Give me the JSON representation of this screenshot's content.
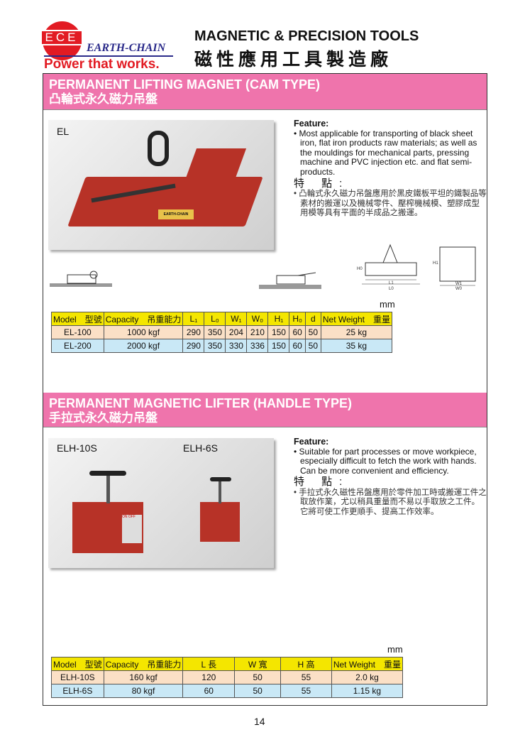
{
  "header": {
    "logo_text": "ECE",
    "brand": "EARTH-CHAIN",
    "tagline": "Power that works.",
    "title_en": "MAGNETIC & PRECISION TOOLS",
    "title_zh": "磁性應用工具製造廠"
  },
  "section1": {
    "title_en": "PERMANENT LIFTING MAGNET (CAM TYPE)",
    "title_zh": "凸輪式永久磁力吊盤",
    "photo_label": "EL",
    "plate_text": "EARTH-CHAIN",
    "feature_label": "Feature:",
    "feature_en": "• Most applicable for transporting of black sheet iron, flat iron products raw materials; as well as the mouldings for mechanical parts, pressing machine and PVC injection etc. and flat semi-products.",
    "feature_zh_label": "特 點:",
    "feature_zh": "• 凸輪式永久磁力吊盤應用於黑皮鐵板平坦的鐵製品等素材的搬運以及機械零件、壓榨機械模、塑膠成型用模等具有平面的半成品之搬運。",
    "diagram_labels": [
      "H0",
      "L1",
      "L0",
      "H1",
      "W1",
      "W0"
    ],
    "unit": "mm",
    "table": {
      "headers": [
        "Model　型號",
        "Capacity　吊重能力",
        "L₁",
        "L₀",
        "W₁",
        "W₀",
        "H₁",
        "H₀",
        "d",
        "Net Weight　重量"
      ],
      "rows": [
        [
          "EL-100",
          "1000 kgf",
          "290",
          "350",
          "204",
          "210",
          "150",
          "60",
          "50",
          "25 kg"
        ],
        [
          "EL-200",
          "2000 kgf",
          "290",
          "350",
          "330",
          "336",
          "150",
          "60",
          "50",
          "35 kg"
        ]
      ]
    }
  },
  "section2": {
    "title_en": "PERMANENT MAGNETIC LIFTER (HANDLE TYPE)",
    "title_zh": "手拉式永久磁力吊盤",
    "photo_labels": [
      "ELH-10S",
      "ELH-6S"
    ],
    "switch_text": "ON OFF",
    "feature_label": "Feature:",
    "feature_en": "• Suitable for part processes or move workpiece, especially difficult to fetch the work with hands. Can be more convenient and efficiency.",
    "feature_zh_label": "特 點:",
    "feature_zh": "• 手拉式永久磁性吊盤應用於零件加工時或搬運工件之取放作業，尤以稍具重量而不易以手取放之工件。它將可使工作更順手、提高工作效率。",
    "unit": "mm",
    "table": {
      "headers": [
        "Model　型號",
        "Capacity　吊重能力",
        "L 長",
        "W 寬",
        "H 高",
        "Net Weight　重量"
      ],
      "rows": [
        [
          "ELH-10S",
          "160 kgf",
          "120",
          "50",
          "55",
          "2.0 kg"
        ],
        [
          "ELH-6S",
          "80 kgf",
          "60",
          "50",
          "55",
          "1.15 kg"
        ]
      ]
    }
  },
  "page_number": "14"
}
